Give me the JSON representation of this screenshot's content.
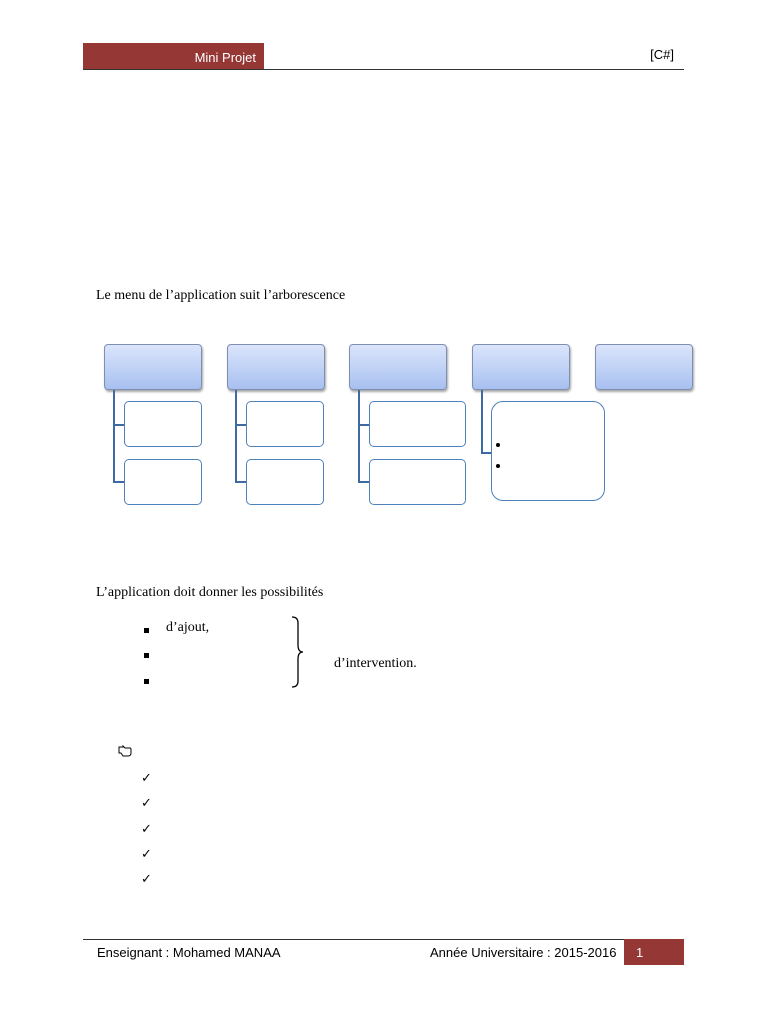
{
  "header": {
    "title": "Mini Projet",
    "tag": "[C#]"
  },
  "body": {
    "menu_intro": "Le menu de l’application suit l’arborescence",
    "possibilities_intro": "L’application doit donner les possibilités",
    "bullets": [
      "d’ajout,",
      "",
      ""
    ],
    "brace_label": "d’intervention."
  },
  "icons": {
    "pointer": "hand-pointer-icon",
    "check": "check-mark-icon",
    "bullet": "square-bullet-icon"
  },
  "footer": {
    "teacher": "Enseignant : Mohamed MANAA",
    "year": "Année Universitaire : 2015-2016",
    "page": "1"
  },
  "colors": {
    "accent": "#953735",
    "diagram_line": "#3d6aa3",
    "box_border": "#4f81bd"
  }
}
